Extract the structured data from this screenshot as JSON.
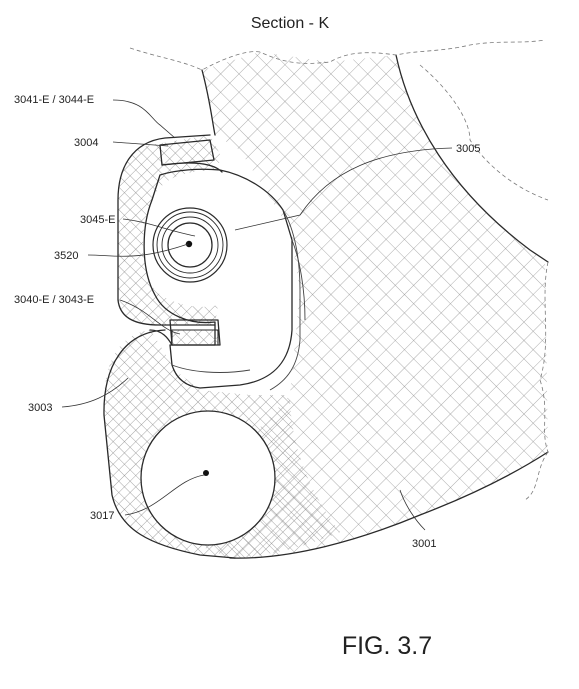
{
  "title": "Section - K",
  "figure_label": "FIG. 3.7",
  "labels": {
    "l3041": "3041-E / 3044-E",
    "l3004": "3004",
    "l3005": "3005",
    "l3045": "3045-E",
    "l3520": "3520",
    "l3040": "3040-E / 3043-E",
    "l3003": "3003",
    "l3017": "3017",
    "l3001": "3001"
  },
  "colors": {
    "line": "#2a2a2a",
    "hatch": "#8a8a8a",
    "background": "#ffffff"
  }
}
